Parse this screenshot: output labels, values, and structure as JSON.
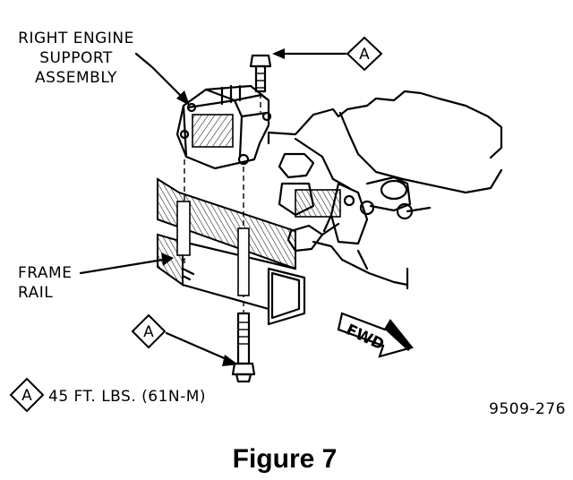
{
  "labels": {
    "support_line1": "RIGHT ENGINE",
    "support_line2": "SUPPORT",
    "support_line3": "ASSEMBLY",
    "frame_line1": "FRAME",
    "frame_line2": "RAIL",
    "callout_top": "A",
    "callout_bottom": "A",
    "fwd": "FWD"
  },
  "legend": {
    "symbol": "A",
    "text": "45 FT. LBS. (61N-M)"
  },
  "reference_number": "9509-276",
  "caption": "Figure 7"
}
